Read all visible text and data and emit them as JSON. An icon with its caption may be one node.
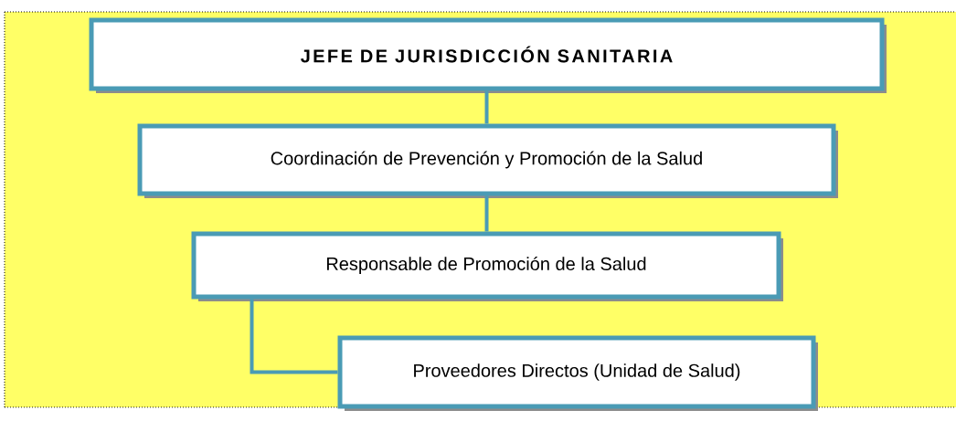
{
  "diagram": {
    "nodes": [
      {
        "text": [
          "JEFE DE JURISDICCIÓN SANITARIA"
        ]
      },
      {
        "text": [
          "Coordinación de Prevención y Promoción de la Salud"
        ]
      },
      {
        "text": [
          "Responsable de Promoción de la Salud"
        ]
      },
      {
        "text": [
          "Proveedores Directos (Unidad de Salud)"
        ]
      }
    ],
    "edges": [
      {
        "from": 0,
        "to": 1,
        "arrow": "none"
      },
      {
        "from": 1,
        "to": 2,
        "arrow": "none"
      },
      {
        "from": 2,
        "to": 3,
        "arrow": "none"
      }
    ]
  }
}
